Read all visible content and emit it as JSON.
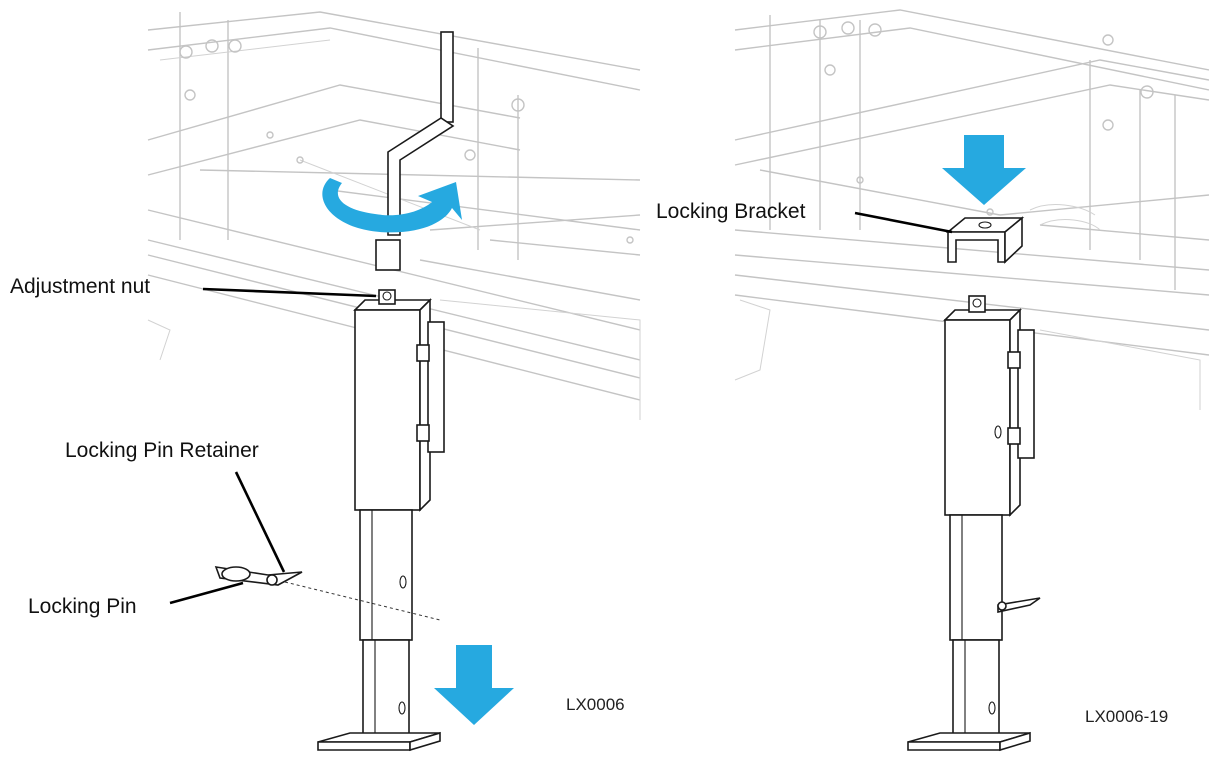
{
  "labels": {
    "adjustment_nut": "Adjustment nut",
    "locking_pin_retainer": "Locking Pin Retainer",
    "locking_pin": "Locking Pin",
    "locking_bracket": "Locking Bracket"
  },
  "figure_codes": {
    "left": "LX0006",
    "right": "LX0006-19"
  },
  "colors": {
    "arrow": "#26a9e0",
    "outline": "#1a1a1a",
    "background_frame": "#c4c4c4"
  },
  "icons": {
    "rotate": "curved-rotate-arrow",
    "lower": "down-arrow"
  }
}
